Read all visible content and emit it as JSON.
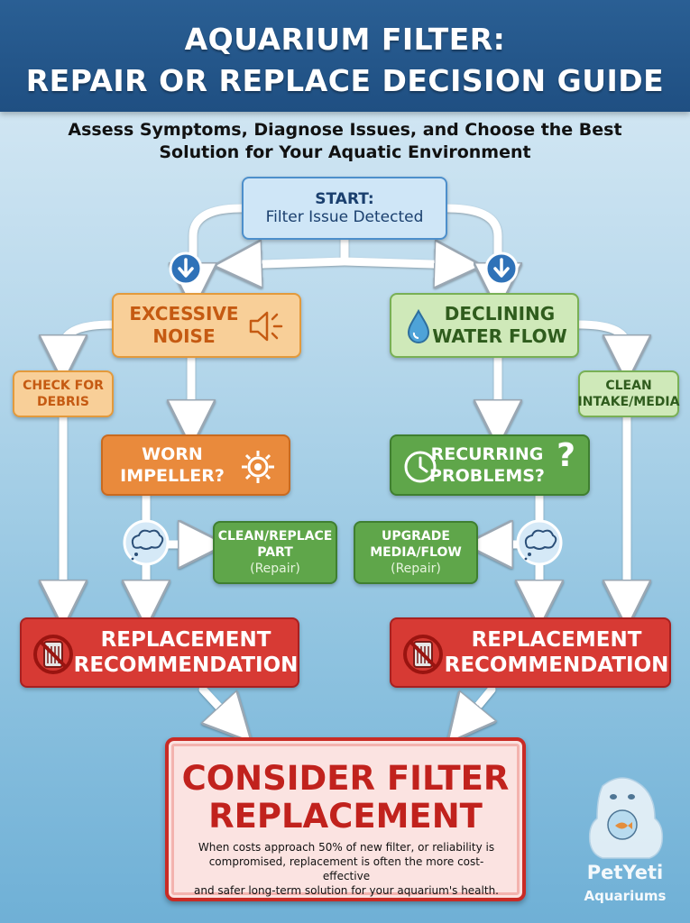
{
  "header": {
    "title_line1": "AQUARIUM FILTER:",
    "title_line2": "REPAIR OR REPLACE DECISION GUIDE"
  },
  "subtitle": {
    "line1": "Assess Symptoms, Diagnose Issues, and Choose the Best",
    "line2": "Solution for Your Aquatic Environment"
  },
  "flowchart": {
    "start": {
      "label": "START:",
      "text": "Filter Issue Detected"
    },
    "noise": {
      "line1": "EXCESSIVE",
      "line2": "NOISE",
      "icon": "speaker-icon"
    },
    "flow": {
      "line1": "DECLINING",
      "line2": "WATER FLOW",
      "icon": "water-drop-icon"
    },
    "debris": {
      "line1": "CHECK FOR",
      "line2": "DEBRIS"
    },
    "intake": {
      "line1": "CLEAN",
      "line2": "INTAKE/MEDIA"
    },
    "impeller": {
      "line1": "WORN",
      "line2": "IMPELLER?",
      "icon": "gear-icon"
    },
    "recurring": {
      "line1": "RECURRING",
      "line2": "PROBLEMS?",
      "icon": "clock-icon"
    },
    "clean_replace": {
      "line1": "CLEAN/REPLACE",
      "line2": "PART",
      "note": "(Repair)"
    },
    "upgrade": {
      "line1": "UPGRADE",
      "line2": "MEDIA/FLOW",
      "note": "(Repair)"
    },
    "replacement_left": {
      "line1": "REPLACEMENT",
      "line2": "RECOMMENDATION",
      "icon": "no-filter-icon"
    },
    "replacement_right": {
      "line1": "REPLACEMENT",
      "line2": "RECOMMENDATION",
      "icon": "no-filter-icon"
    },
    "final": {
      "line1": "CONSIDER FILTER",
      "line2": "REPLACEMENT",
      "desc_line1": "When costs approach 50% of new filter, or reliability is",
      "desc_line2": "compromised, replacement is often the more cost-effective",
      "desc_line3": "and safer long-term solution for your aquarium's health."
    }
  },
  "logo": {
    "name": "PetYeti",
    "sub": "Aquariums",
    "icon": "yeti-fishbowl-icon"
  },
  "colors": {
    "header": "#1f4f82",
    "start": "#cfe6f7",
    "orange_light": "#f8cf98",
    "orange_dark": "#e98a3c",
    "green_light": "#cfe9b9",
    "green_dark": "#5fa64a",
    "red": "#d73a34"
  }
}
